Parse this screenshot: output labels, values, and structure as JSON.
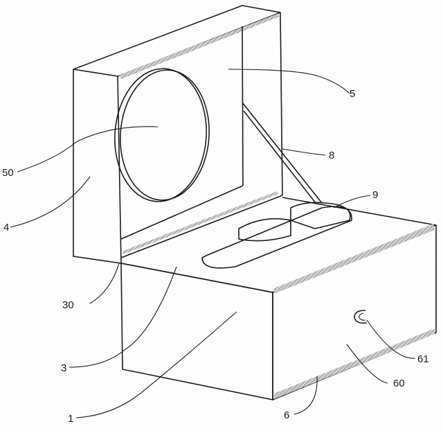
{
  "figure": {
    "labels": {
      "l5": "5",
      "l50": "50",
      "l8": "8",
      "l4": "4",
      "l9": "9",
      "l30": "30",
      "l3": "3",
      "l1": "1",
      "l61": "61",
      "l60": "60",
      "l6": "6"
    },
    "colors": {
      "line": "#1a1a1a",
      "background": "#fdfdfd",
      "hatch": "#9a9a9a"
    }
  }
}
